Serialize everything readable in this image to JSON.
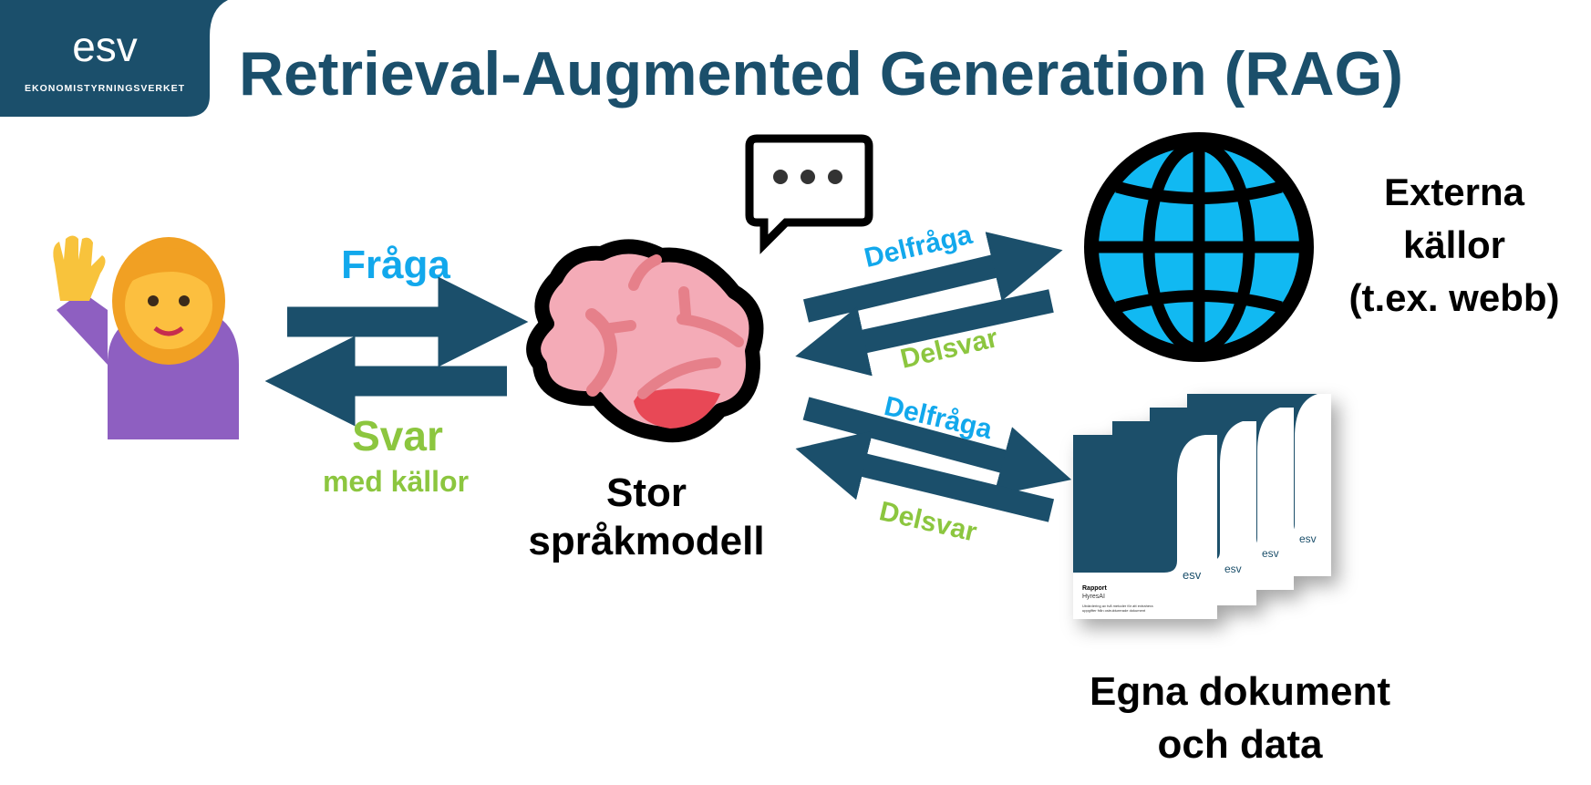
{
  "logo": {
    "mark": "esv",
    "name": "EKONOMISTYRNINGSVERKET"
  },
  "title": "Retrieval-Augmented Generation (RAG)",
  "user": {
    "question_label": "Fråga",
    "answer_label": "Svar",
    "answer_sub": "med källor"
  },
  "llm": {
    "line1": "Stor",
    "line2": "språkmodell"
  },
  "external": {
    "line1": "Externa",
    "line2": "källor",
    "line3": "(t.ex. webb)",
    "subquery": "Delfråga",
    "subanswer": "Delsvar"
  },
  "documents": {
    "line1": "Egna dokument",
    "line2": "och data",
    "subquery": "Delfråga",
    "subanswer": "Delsvar",
    "cover_title": "Rapport",
    "cover_subtitle": "HyresAI",
    "cover_desc1": "Utvärdering av två metoder för att extrahera",
    "cover_desc2": "uppgifter från ostrukturerade dokument"
  },
  "colors": {
    "navy": "#1b4f6b",
    "blue": "#12a8ec",
    "green": "#8cc63f"
  }
}
